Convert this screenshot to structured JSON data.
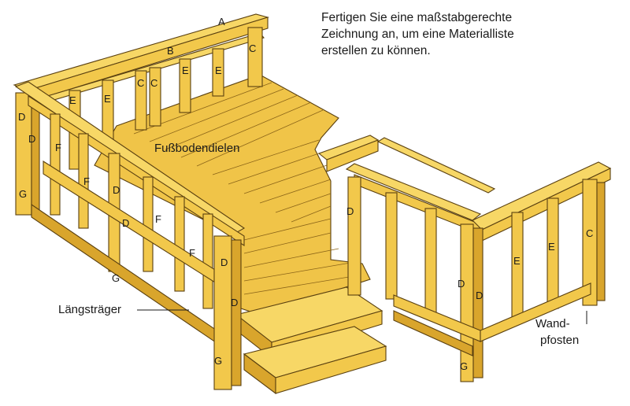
{
  "caption": {
    "lines": [
      "Fertigen Sie eine maßstabgerechte",
      "Zeichnung an, um eine Materialliste",
      "erstellen zu können."
    ]
  },
  "labels": {
    "fussbodendielen": "Fußbodendielen",
    "laengstraeger": "Längsträger",
    "wandpfosten_line1": "Wand-",
    "wandpfosten_line2": "pfosten",
    "A": "A",
    "B": "B",
    "C": "C",
    "D": "D",
    "E": "E",
    "F": "F",
    "G": "G"
  },
  "colors": {
    "wood": "#f2c84b",
    "outline": "#5a4010",
    "background": "#ffffff"
  }
}
